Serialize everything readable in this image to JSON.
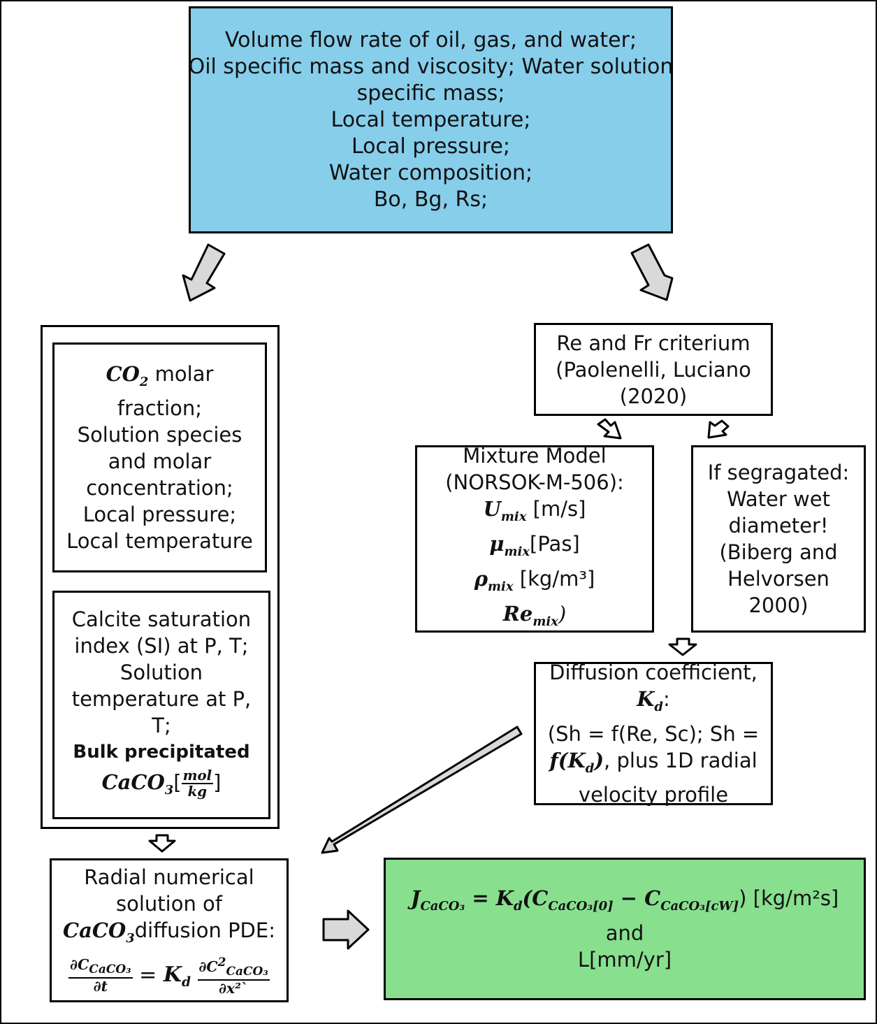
{
  "colors": {
    "top_box": "#87ceeb",
    "result_box": "#88e08f",
    "arrow_fill": "#d9d9d9"
  },
  "top_box": {
    "lines": [
      "Volume flow rate of oil, gas, and water;",
      "Oil specific mass and viscosity; Water solution",
      "specific mass;",
      "Local temperature;",
      "Local pressure;",
      "Water composition;",
      "Bo, Bg, Rs;"
    ]
  },
  "speciation_box": {
    "co2": "CO",
    "co2_sub": "2",
    "l1_rest": " molar",
    "l2": "fraction;",
    "l3": "Solution species",
    "l4": "and molar",
    "l5": "concentration;",
    "l6": "Local pressure;",
    "l7": "Local temperature"
  },
  "saturation_box": {
    "l1": "Calcite saturation",
    "l2": "index (SI) at P, T;",
    "l3": "Solution",
    "l4": "temperature at P,",
    "l5": "T;",
    "l6": "Bulk precipitated",
    "caco": "CaCO",
    "caco_sub": "3",
    "frac_num": "mol",
    "frac_den": "kg"
  },
  "criterium_box": {
    "lines": [
      "Re and Fr criterium",
      "(Paolenelli, Luciano",
      "(2020)"
    ]
  },
  "mixture_box": {
    "l1": "Mixture Model",
    "l2": "(NORSOK-M-506):",
    "u": "U",
    "u_sub": "mix",
    "u_unit": " [m/s]",
    "mu": "μ",
    "mu_sub": "mix",
    "mu_unit": "[Pas]",
    "rho": "ρ",
    "rho_sub": "mix",
    "rho_unit": " [kg/m³]",
    "re": "Re",
    "re_sub": "mix",
    "re_close": ")"
  },
  "segregated_box": {
    "lines": [
      "If segragated:",
      "Water wet",
      "diameter!",
      "(Biberg and",
      "Helvorsen",
      "2000)"
    ]
  },
  "diffusion_box": {
    "l1": "Diffusion coefficient,",
    "k": "K",
    "k_sub": "d",
    "k_colon": ":",
    "l3": "(Sh = f(Re, Sc); Sh =",
    "f_expr": "f(K",
    "f_sub": "d",
    "f_close": ")",
    "l4_rest": ", plus 1D radial",
    "l5": "velocity profile"
  },
  "radial_box": {
    "l1": "Radial numerical",
    "l2": "solution of",
    "caco": "CaCO",
    "caco_sub": "3",
    "l3_rest": "diffusion PDE:",
    "eq_num1": "∂C",
    "eq_num1_sub": "CaCO₃",
    "eq_den1": "∂t",
    "eq_eq": " = ",
    "eq_k": "K",
    "eq_k_sub": "d",
    "eq_num2": "∂C",
    "eq_num2_sup": "2",
    "eq_num2_sub": "CaCO₃",
    "eq_den2": "∂x²",
    "eq_tick": "`"
  },
  "result_box": {
    "j": "J",
    "j_sub": "CaCO₃",
    "eq_mid": " = K",
    "k_sub": "d",
    "open": "(C",
    "c0_sub": "CaCO₃[0]",
    "minus": " − C",
    "cw_sub": "CaCO₃[cW]",
    "close": ")",
    "unit": " [kg/m²s]",
    "l2": "and",
    "l3": "L[mm/yr]"
  }
}
